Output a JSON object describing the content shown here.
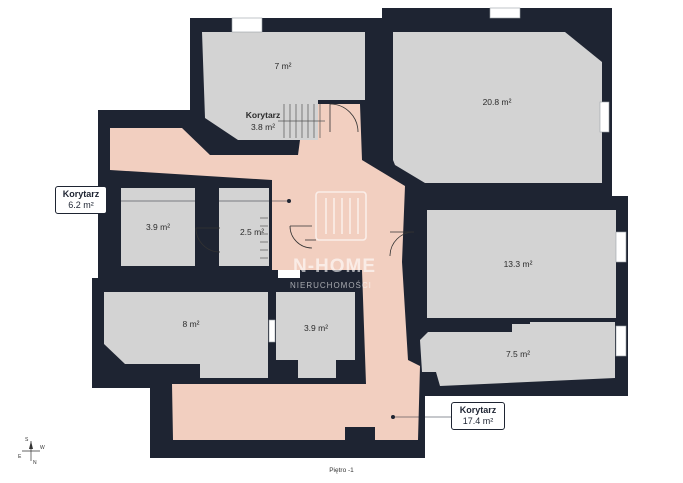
{
  "rooms": {
    "r1": "7 m²",
    "r2": "20.8 m²",
    "r3": "3.9 m²",
    "r4": "2.5 m²",
    "r5": "13.3 m²",
    "r6": "8 m²",
    "r7": "3.9 m²",
    "r8": "7.5 m²"
  },
  "corridors": {
    "c1": {
      "name": "Korytarz",
      "area": "3.8 m²"
    },
    "c2": {
      "name": "Korytarz",
      "area": "6.2 m²"
    },
    "c3": {
      "name": "Korytarz",
      "area": "17.4 m²"
    }
  },
  "watermark": {
    "brand": "N-HOME",
    "sub": "NIERUCHOMOŚCI"
  },
  "floor_label": "Piętro -1",
  "compass": {
    "n": "N",
    "s": "S",
    "e": "E",
    "w": "W"
  },
  "colors": {
    "wall": "#1e2432",
    "room": "#d3d3d3",
    "corridor": "#f2cfc0"
  }
}
